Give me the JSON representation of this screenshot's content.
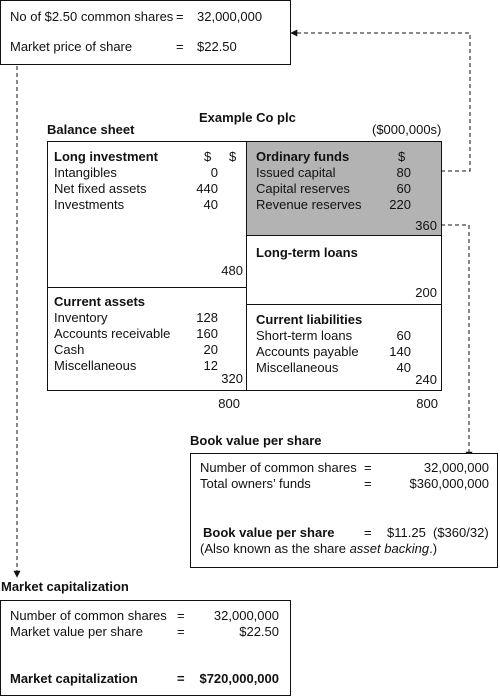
{
  "market_info": {
    "shares_label": "No of $2.50 common shares",
    "shares_eq": "=",
    "shares_value": "32,000,000",
    "price_label": "Market price of share",
    "price_eq": "=",
    "price_value": "$22.50"
  },
  "balance_sheet": {
    "company": "Example Co plc",
    "title": "Balance sheet",
    "units": "($000,000s)",
    "long_investment": {
      "heading": "Long investment",
      "col1": "$",
      "col2": "$",
      "items": [
        {
          "label": "Intangibles",
          "value": "0"
        },
        {
          "label": "Net fixed assets",
          "value": "440"
        },
        {
          "label": "Investments",
          "value": "40"
        }
      ],
      "total": "480"
    },
    "current_assets": {
      "heading": "Current assets",
      "items": [
        {
          "label": "Inventory",
          "value": "128"
        },
        {
          "label": "Accounts receivable",
          "value": "160"
        },
        {
          "label": "Cash",
          "value": "20"
        },
        {
          "label": "Miscellaneous",
          "value": "12"
        }
      ],
      "total": "320"
    },
    "ordinary_funds": {
      "heading": "Ordinary funds",
      "col": "$",
      "items": [
        {
          "label": "Issued capital",
          "value": "80"
        },
        {
          "label": "Capital reserves",
          "value": "60"
        },
        {
          "label": "Revenue reserves",
          "value": "220"
        }
      ],
      "total": "360"
    },
    "long_term_loans": {
      "heading": "Long-term loans",
      "total": "200"
    },
    "current_liabilities": {
      "heading": "Current liabilities",
      "items": [
        {
          "label": "Short-term loans",
          "value": "60"
        },
        {
          "label": "Accounts payable",
          "value": "140"
        },
        {
          "label": "Miscellaneous",
          "value": "40"
        }
      ],
      "total": "240"
    },
    "left_total": "800",
    "right_total": "800"
  },
  "book_value": {
    "title": "Book value per share",
    "shares_label": "Number of common shares",
    "shares_eq": "=",
    "shares_value": "32,000,000",
    "funds_label": "Total owners’ funds",
    "funds_eq": "=",
    "funds_value": "$360,000,000",
    "result_label": "Book value per share",
    "result_eq": "=",
    "result_value": "$11.25",
    "result_calc": "($360/32)",
    "note_prefix": "(Also known as the share ",
    "note_italic": "asset backing",
    "note_suffix": ".)"
  },
  "market_cap": {
    "title": "Market capitalization",
    "shares_label": "Number of common shares",
    "shares_eq": "=",
    "shares_value": "32,000,000",
    "value_label": "Market value per share",
    "value_eq": "=",
    "value_value": "$22.50",
    "result_label": "Market capitalization",
    "result_eq": "=",
    "result_value": "$720,000,000"
  }
}
